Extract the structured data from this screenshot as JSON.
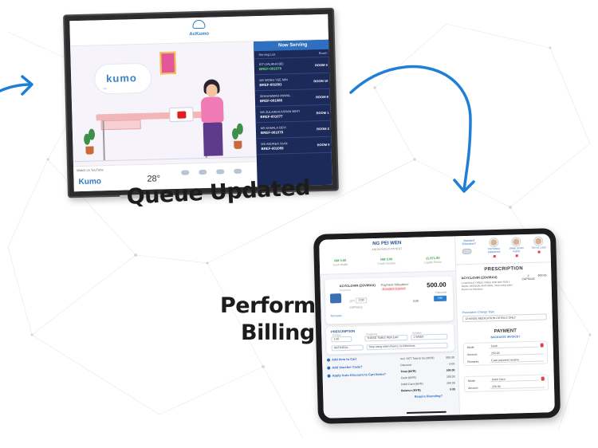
{
  "headings": {
    "queue_updated": "Queue Updated",
    "perform_billing_line1": "Perform",
    "perform_billing_line2": "Billing"
  },
  "tv": {
    "header_logo": "AcKumo",
    "scene_brand": "kumo",
    "scene_brand_prefix": "aci",
    "watch_on": "Watch on YouTube",
    "footer_brand": "Kumo",
    "temperature": "28°",
    "now_serving": {
      "title": "Now Serving",
      "col_left": "Serving List",
      "col_right": "Room",
      "rows": [
        {
          "name": "SITI ZALIKHA BEI",
          "code": "BREF-001078",
          "room": "ROOM 5",
          "highlight": true
        },
        {
          "name": "MS WONG YEE MIN",
          "code": "BREF-001081",
          "room": "ROOM 10",
          "highlight": false
        },
        {
          "name": "SEAHAMMAD ANWAL",
          "code": "BREF-001086",
          "room": "ROOM 8",
          "highlight": false
        },
        {
          "name": "MS ZULAIKHA ASRAN BINTI",
          "code": "BREF-001077",
          "room": "ROOM 1",
          "highlight": false
        },
        {
          "name": "MS KAMALA DEVI",
          "code": "BREF-001079",
          "room": "ROOM 2",
          "highlight": false
        },
        {
          "name": "MS ANDREA JUAN",
          "code": "BREF-001069",
          "room": "ROOM 9",
          "highlight": false
        }
      ]
    }
  },
  "tablet": {
    "patient": {
      "name": "NG PEI WEN",
      "sub": "ANONYMOUS PATIENT",
      "stats": [
        {
          "value": "RM 0.00",
          "label": "Cash Wallet"
        },
        {
          "value": "RM 0.00",
          "label": "Credit Voucher"
        },
        {
          "value": "11,971.90",
          "label": "Loyalty Points"
        }
      ]
    },
    "item": {
      "title": "ACYCLOVIR (ZOVIRAX)",
      "sub": "Acyclovir",
      "payment_label": "Payment Allocation:",
      "payment_tag": "Exception Expired",
      "price": "500.00",
      "discount_label": "Discount",
      "discount_value": "RM",
      "qty_label": "QTY",
      "qty_value": "2.00",
      "unit": "CAPSULE",
      "subtotal": "0.00",
      "rx_link": "Remarks"
    },
    "rx_card": {
      "title": "PRESCRIPTION",
      "dosage_label": "Dosage",
      "dosage": "1.00",
      "frequency_label": "Frequency",
      "frequency": "THREE TIMES PER DAY",
      "duration_label": "Duration",
      "duration": "1 WEEK",
      "route": "ANTIVIRAL",
      "note": "Stop using when there's no infections"
    },
    "links": [
      "Add Item to Cart",
      "Add Voucher Code?",
      "Apply Auto Discount to Cart Items?"
    ],
    "totals": [
      {
        "label": "Incl. SST Total & Inc (MYR)",
        "value": "500.00",
        "bold": false
      },
      {
        "label": "Discount",
        "value": "0.00",
        "bold": false
      },
      {
        "label": "Total (MYR)",
        "value": "500.00",
        "bold": true
      },
      {
        "label": "Cash (MYR)",
        "value": "250.00",
        "bold": false
      },
      {
        "label": "Debit Card (MYR)",
        "value": "250.00",
        "bold": false
      },
      {
        "label": "Balance (MYR)",
        "value": "0.00",
        "bold": true
      }
    ],
    "rounding": "Require Rounding?",
    "right": {
      "education_label": "Standard Education?",
      "doctors": [
        {
          "name": "PRIYANKA AMBARANI"
        },
        {
          "name": "JAMIE SUAN KONG"
        },
        {
          "name": "TEH M. LOOI"
        }
      ],
      "rx_head": "PRESCRIPTION",
      "drug": "ACYCLOVIR (ZOVIRAX)",
      "drug_detail": "1 CAPSULE THREE TIMES PER DAY FOR 1 WEEK. REASON: ANTIVIRAL. Stop using when there's no infections.",
      "qty": "2",
      "qty_unit": "CAPSULE",
      "price": "500.00",
      "status_label": "Prescription Change Type",
      "status_value": "CHANGE MEDICATION DETAILS ONLY",
      "payment_head": "PAYMENT",
      "backdate": "BACKDATE INVOICE?",
      "payments": [
        {
          "mode_label": "Mode:",
          "mode": "Cash",
          "amount_label": "Amount:",
          "amount": "250.00",
          "remarks_label": "Remarks:",
          "remarks": "Cash payment receive"
        },
        {
          "mode_label": "Mode:",
          "mode": "Debit Card",
          "amount_label": "Amount:",
          "amount": "250.00"
        }
      ]
    }
  }
}
